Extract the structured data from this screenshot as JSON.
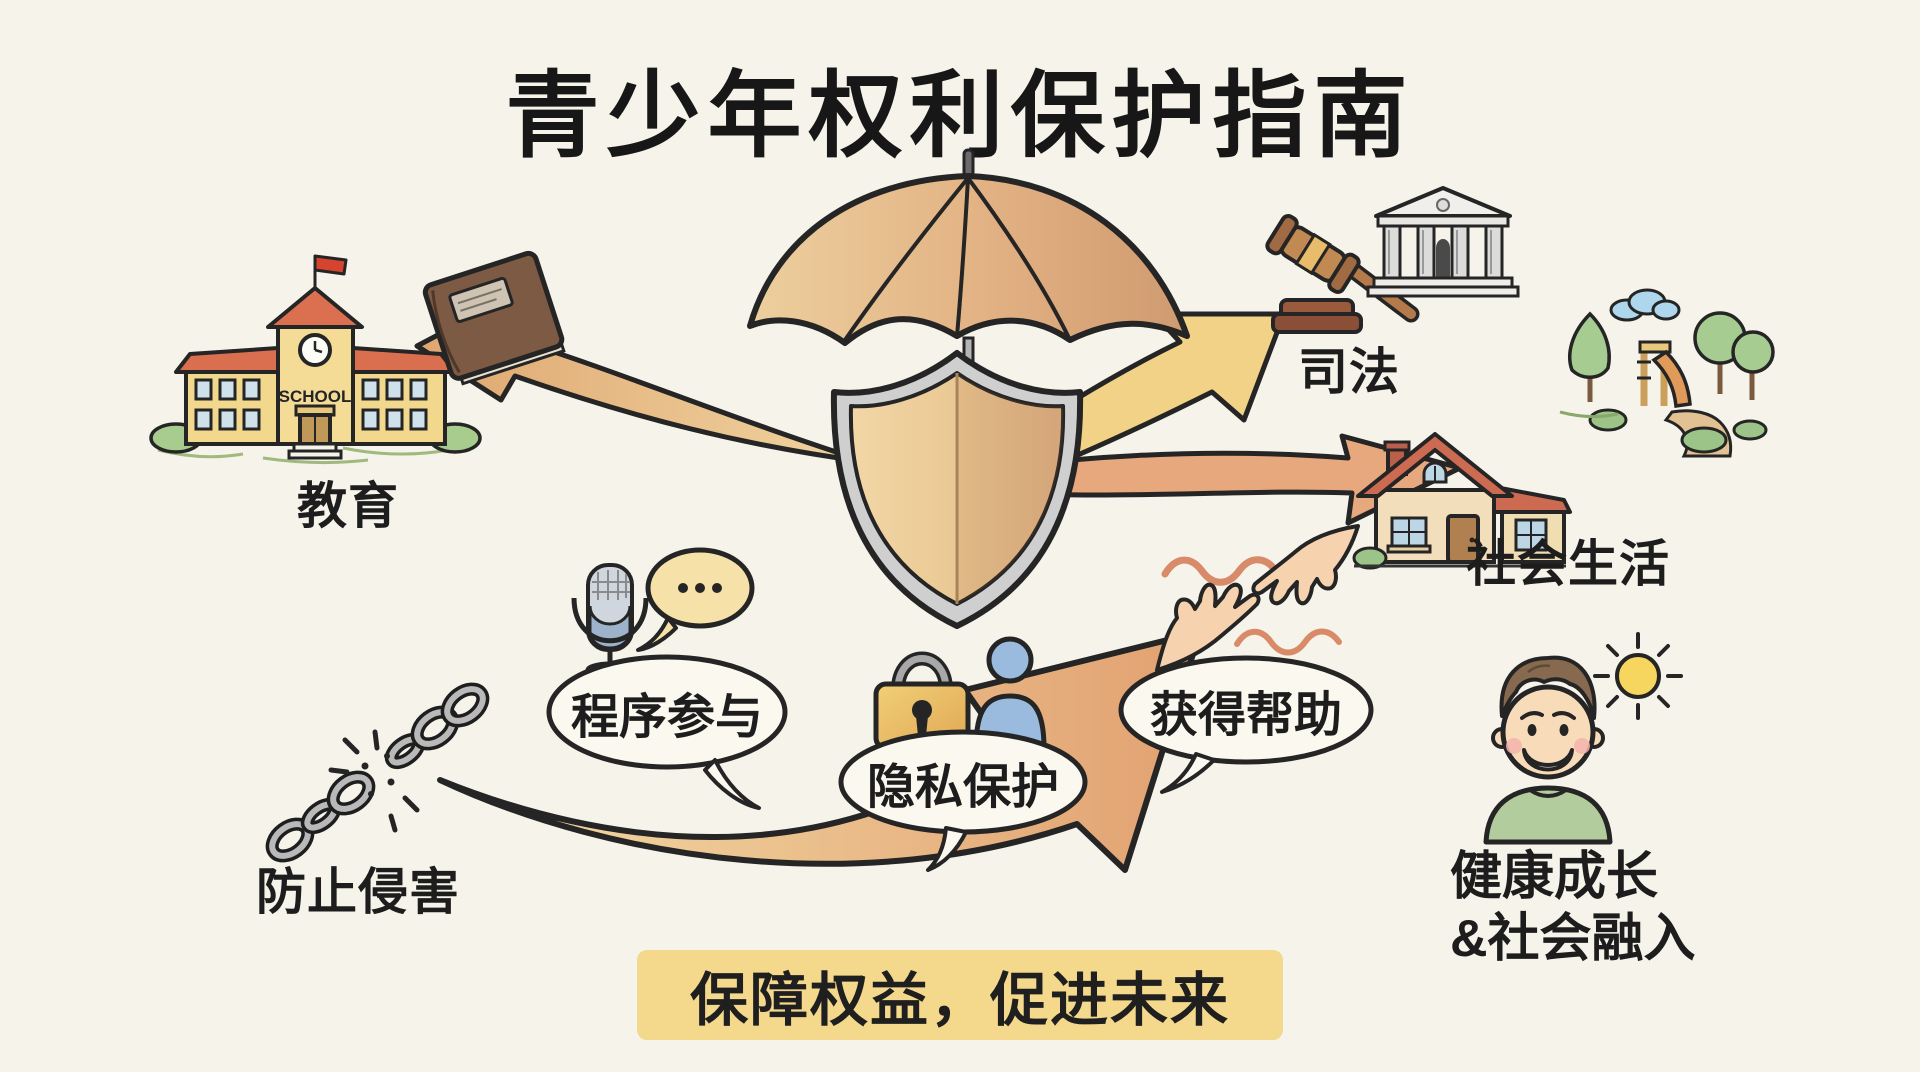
{
  "title": "青少年权利保护指南",
  "banner": {
    "text": "保障权益，促进未来"
  },
  "nodes": {
    "education": {
      "label": "教育",
      "sign": "SCHOOL"
    },
    "justice": {
      "label": "司法"
    },
    "social_life": {
      "label": "社会生活"
    },
    "procedure_participation": {
      "label": "程序参与"
    },
    "privacy_protection": {
      "label": "隐私保护"
    },
    "get_help": {
      "label": "获得帮助"
    },
    "prevent_harm": {
      "label": "防止侵害"
    },
    "healthy_growth": {
      "label_line1": "健康成长",
      "label_line2": "&社会融入"
    }
  },
  "icons": {
    "center": "umbrella-shield",
    "education": [
      "school-building",
      "book"
    ],
    "justice": [
      "gavel",
      "courthouse"
    ],
    "social_life": [
      "house",
      "playground"
    ],
    "procedure_participation": [
      "microphone",
      "speech-bubble-dots"
    ],
    "privacy_protection": [
      "padlock",
      "person"
    ],
    "get_help": "helping-hands",
    "prevent_harm": "broken-chain",
    "healthy_growth": [
      "smiling-boy",
      "sun"
    ]
  },
  "colors": {
    "background": "#f6f3ea",
    "ink": "#252525",
    "banner_bg": "#f4d88c",
    "umbrella_tan": "#ecc897",
    "umbrella_shade": "#c9916c",
    "shield_metal": "#cfcfcf",
    "shield_face": "#edcb9b",
    "arrow_yellow": "#f2d287",
    "arrow_salmon": "#e8a87d",
    "arrow_tan": "#e6bb84",
    "school_wall": "#f2d88c",
    "roof_red": "#d96f4e",
    "lock_gold": "#eec264",
    "person_blue": "#9abade",
    "skin": "#f6d2ae",
    "shirt_green": "#b2cc9e",
    "sun_yellow": "#f6d65f",
    "grass_green": "#a6cc92"
  }
}
